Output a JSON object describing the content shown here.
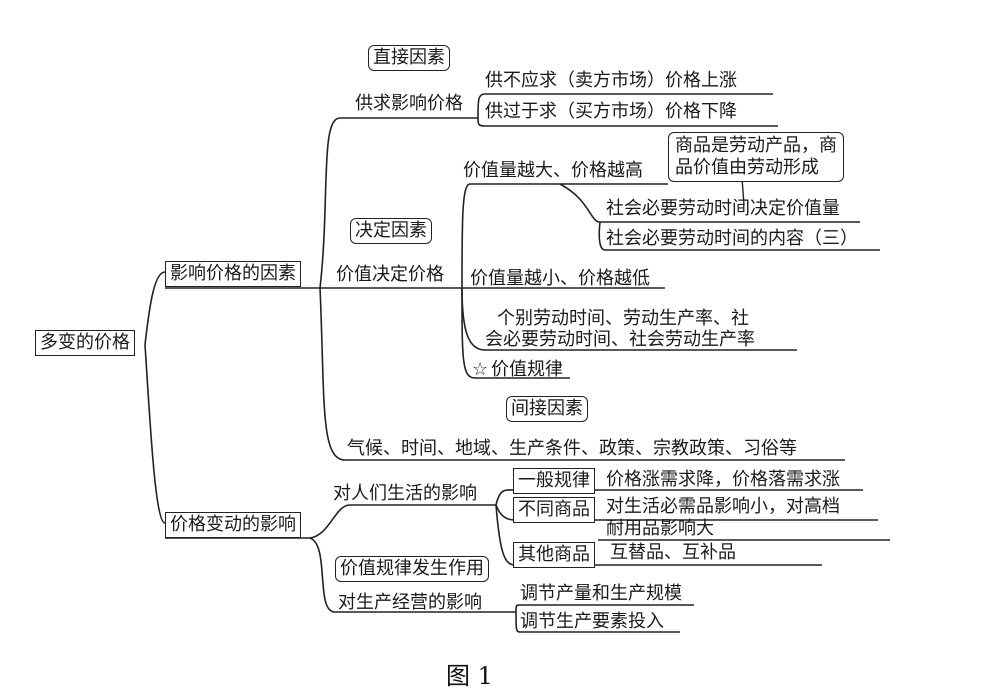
{
  "root": "多变的价格",
  "factors": {
    "title": "影响价格的因素",
    "direct_tag": "直接因素",
    "supply_demand": "供求影响价格",
    "sd_items": [
      "供不应求（卖方市场）价格上涨",
      "供过于求（买方市场）价格下降"
    ],
    "decisive_tag": "决定因素",
    "value_determines": "价值决定价格",
    "value_higher": "价值量越大、价格越高",
    "callout_line1": "商品是劳动产品，商",
    "callout_line2": "品价值由劳动形成",
    "social_time_determines": "社会必要劳动时间决定价值量",
    "social_time_content": "社会必要劳动时间的内容（三）",
    "value_lower": "价值量越小、价格越低",
    "relation_line1": "个别劳动时间、劳动生产率、社",
    "relation_line2": "会必要劳动时间、社会劳动生产率",
    "value_law": "价值规律",
    "indirect_tag": "间接因素",
    "indirect_items": "气候、时间、地域、生产条件、政策、宗教政策、习俗等"
  },
  "effects": {
    "title": "价格变动的影响",
    "on_life": "对人们生活的影响",
    "general_rule_tag": "一般规律",
    "general_rule": "价格涨需求降，价格落需求涨",
    "diff_goods_tag": "不同商品",
    "diff_goods_line1": "对生活必需品影响小，对高档",
    "diff_goods_line2": "耐用品影响大",
    "other_goods_tag": "其他商品",
    "other_goods": "互替品、互补品",
    "law_tag": "价值规律发生作用",
    "on_production": "对生产经营的影响",
    "production_items": [
      "调节产量和生产规模",
      "调节生产要素投入"
    ]
  },
  "caption": "图 1"
}
